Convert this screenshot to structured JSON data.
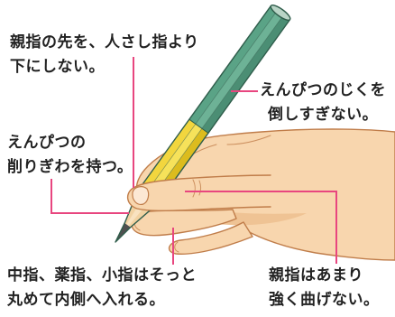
{
  "annotations": {
    "thumb_tip": {
      "lines": [
        "親指の先を、人さし指より",
        "下にしない。"
      ]
    },
    "pencil_axis": {
      "lines": [
        "えんぴつのじくを",
        "倒しすぎない。"
      ]
    },
    "grip_point": {
      "lines": [
        "えんぴつの",
        "削りぎわを持つ。"
      ]
    },
    "other_fingers": {
      "lines": [
        "中指、薬指、小指はそっと",
        "丸めて内側へ入れる。"
      ]
    },
    "thumb_bend": {
      "lines": [
        "親指はあまり",
        "強く曲げない。"
      ]
    }
  },
  "colors": {
    "skin": "#f8d6ae",
    "skin_outline": "#c07d4a",
    "leader_line": "#e8467f",
    "text": "#222222",
    "pencil_green": "#5aa386",
    "pencil_yellow": "#f2d63e"
  }
}
